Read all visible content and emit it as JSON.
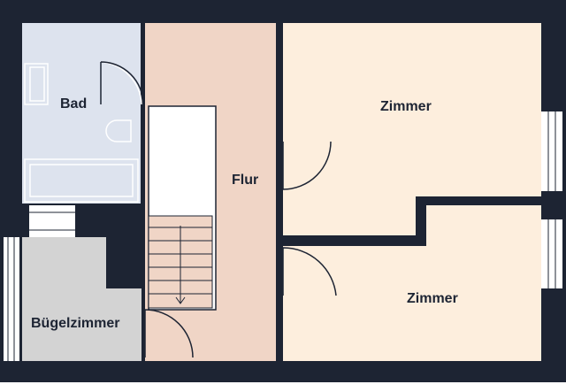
{
  "floorplan": {
    "rooms": [
      {
        "id": "bad",
        "label": "Bad"
      },
      {
        "id": "flur",
        "label": "Flur"
      },
      {
        "id": "zimmer1",
        "label": "Zimmer"
      },
      {
        "id": "zimmer2",
        "label": "Zimmer"
      },
      {
        "id": "buegel",
        "label": "Bügelzimmer"
      }
    ],
    "colors": {
      "wall": "#1d2433",
      "bad": "#dde3ee",
      "flur": "#f0d5c6",
      "zimmer": "#fdeedd",
      "buegel": "#d3d3d3",
      "stair": "#f0d5c6",
      "fixture_stroke": "#ffffff"
    }
  }
}
